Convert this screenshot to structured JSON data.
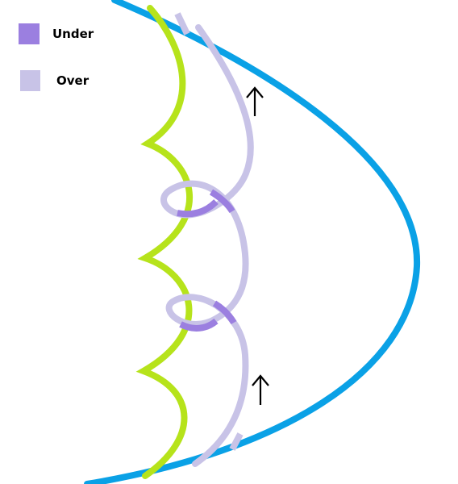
{
  "legend": {
    "items": [
      {
        "label": "Under",
        "color": "#9b7fe0"
      },
      {
        "label": "Over",
        "color": "#c8c3e7"
      }
    ]
  },
  "colors": {
    "outer_curve": "#0aa1e6",
    "green_strand": "#b6e31b",
    "over_strand": "#c8c3e7",
    "under_strand": "#9b7fe0",
    "arrow": "#000000"
  },
  "arrows": {
    "direction": "up"
  }
}
